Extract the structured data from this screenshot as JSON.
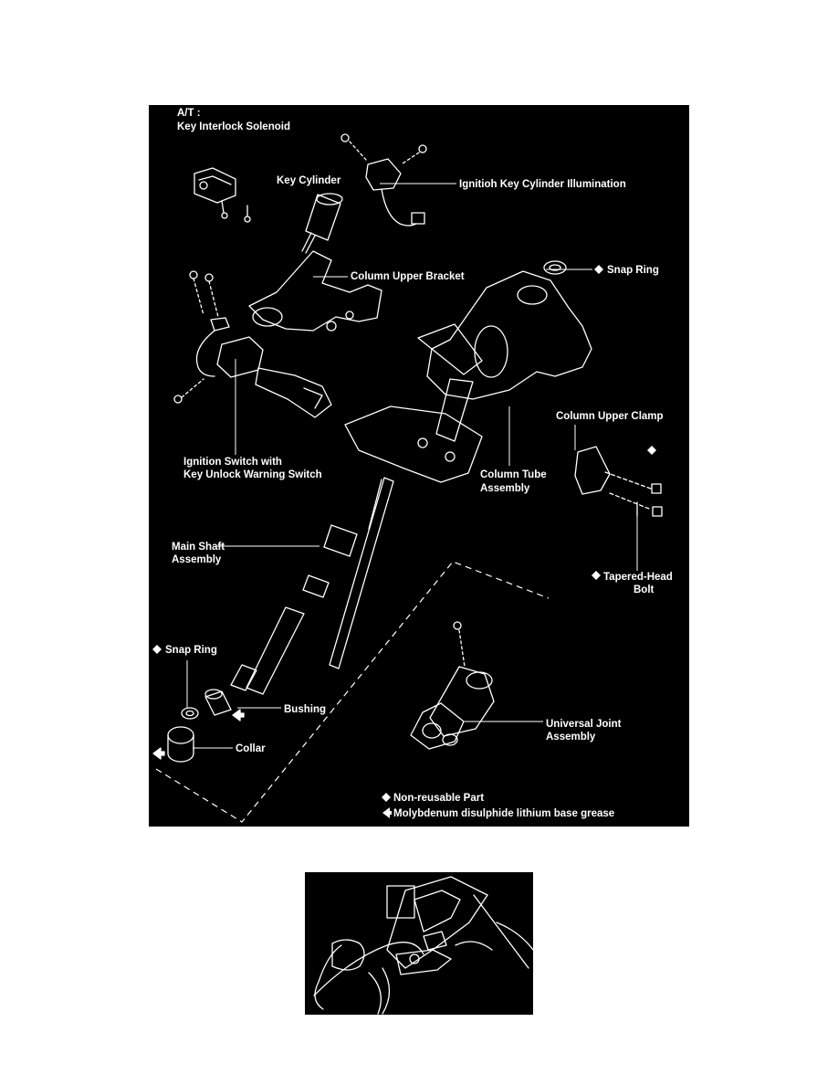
{
  "figure1": {
    "labels": {
      "at": "A/T :",
      "key_interlock_solenoid": "Key Interlock Solenoid",
      "key_cylinder": "Key Cylinder",
      "ignition_key_cylinder_illumination": "Ignitioh Key Cylinder Illumination",
      "snap_ring_top": "Snap Ring",
      "column_upper_bracket": "Column Upper Bracket",
      "ignition_switch_line1": "Ignition Switch with",
      "ignition_switch_line2": "Key Unlock Warning Switch",
      "column_upper_clamp": "Column Upper Clamp",
      "column_tube_line1": "Column Tube",
      "column_tube_line2": "Assembly",
      "main_shaft_line1": "Main Shaft",
      "main_shaft_line2": "Assembly",
      "tapered_head_line1": "Tapered-Head",
      "tapered_head_line2": "Bolt",
      "snap_ring_bottom": "Snap Ring",
      "bushing": "Bushing",
      "universal_joint_line1": "Universal Joint",
      "universal_joint_line2": "Assembly",
      "collar": "Collar"
    },
    "legend": {
      "non_reusable": "Non-reusable Part",
      "grease": "Molybdenum disulphide lithium base grease"
    },
    "colors": {
      "background": "#000000",
      "ink": "#ffffff"
    }
  },
  "figure2": {
    "description_icons": [
      "steering-column-photo"
    ]
  }
}
